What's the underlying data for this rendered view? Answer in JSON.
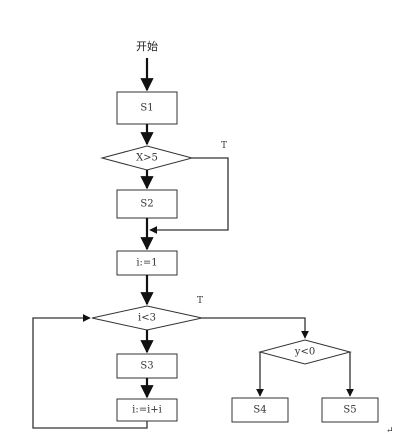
{
  "diagram": {
    "start_label": "开始",
    "nodes": {
      "s1": "S1",
      "cond_x": "X>5",
      "s2": "S2",
      "init_i": "i:=1",
      "cond_i": "i<3",
      "s3": "S3",
      "incr_i": "i:=i+i",
      "cond_y": "y<0",
      "s4": "S4",
      "s5": "S5"
    },
    "true_labels": {
      "cond_x": "T",
      "cond_i": "T"
    },
    "footnote_mark": "↵"
  }
}
